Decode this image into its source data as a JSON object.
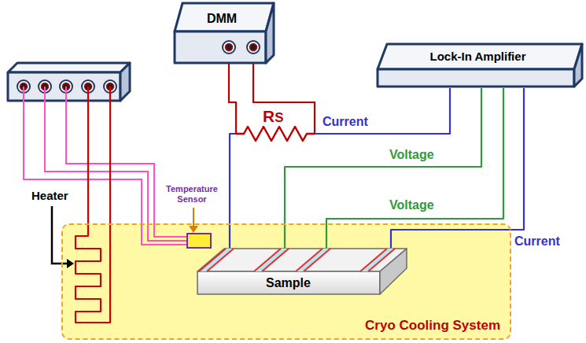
{
  "diagram": {
    "nodes": [
      {
        "text": [
          "DMM"
        ]
      },
      {
        "text": [
          "Lock-In Amplifier"
        ]
      },
      {
        "text": [
          "Cryo Cooling System"
        ]
      },
      {
        "text": [
          "Sample"
        ],
        "in": 2
      }
    ],
    "edges": [
      {
        "from": 1,
        "to": 3,
        "label": "Current",
        "arrow": "none"
      },
      {
        "from": 1,
        "to": 3,
        "label": "Voltage",
        "arrow": "none"
      },
      {
        "from": 1,
        "to": 3,
        "label": "Voltage",
        "arrow": "none"
      },
      {
        "from": 1,
        "to": 3,
        "label": "Current",
        "arrow": "none"
      }
    ],
    "labels": [
      "RS",
      "Temperature Sensor",
      "Heater"
    ]
  }
}
